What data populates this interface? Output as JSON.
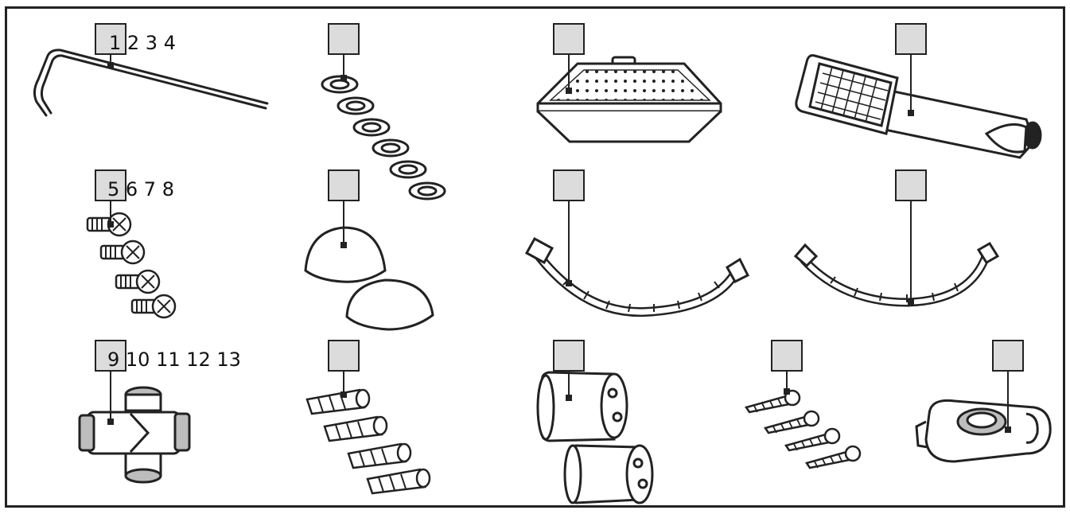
{
  "labels": {
    "row1": "1 2 3 4",
    "row2": "5 6 7 8",
    "row3": "9 10 11 12 13"
  },
  "colors": {
    "stroke": "#222222",
    "box_fill": "#dcdcdc",
    "part_fill": "#ffffff",
    "shade": "#bdbdbd"
  }
}
